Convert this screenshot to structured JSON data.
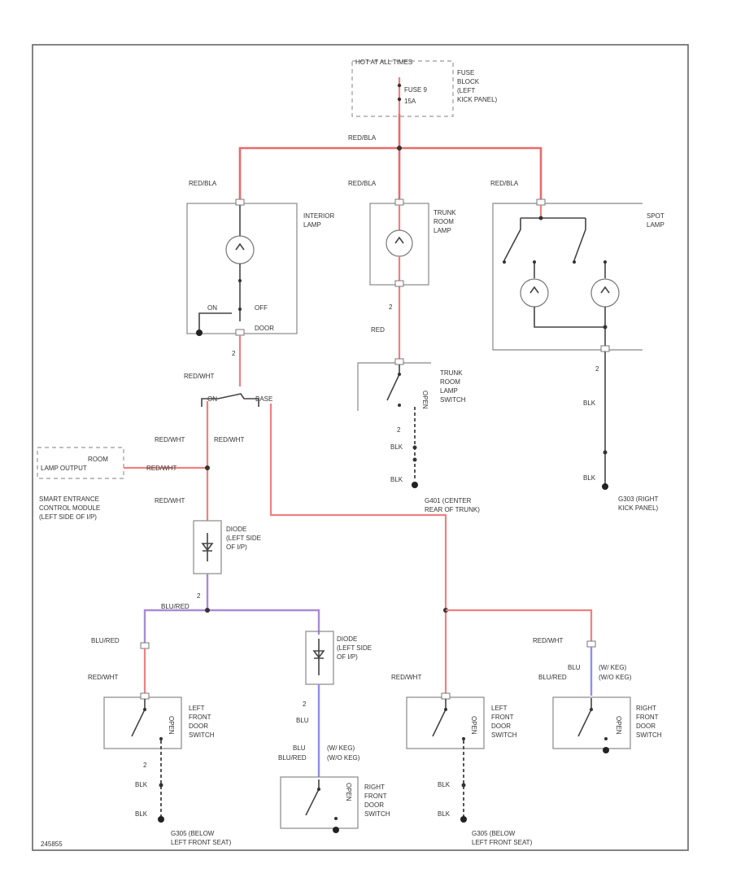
{
  "labels": {
    "hot_at_all_times": "HOT AT ALL TIMES",
    "fuse": "FUSE 9",
    "fuse_amp": "15A",
    "fuse_block": "FUSE\nBLOCK\n(LEFT\nKICK PANEL)",
    "wire_redbla_main": "RED/BLA",
    "wire_redbla_1": "RED/BLA",
    "wire_redbla_2": "RED/BLA",
    "wire_redbla_3": "RED/BLA",
    "interior_lamp": "INTERIOR\nLAMP",
    "trunk_room_lamp": "TRUNK\nROOM\nLAMP",
    "spot_lamp": "SPOT\nLAMP",
    "on": "ON",
    "off": "OFF",
    "door": "DOOR",
    "pin_2a": "2",
    "pin_2b": "2",
    "pin_2c": "2",
    "wire_red": "RED",
    "trunk_switch": "TRUNK\nROOM\nLAMP\nSWITCH",
    "open": "OPEN",
    "wire_redwht_1": "RED/WHT",
    "on_b": "ON",
    "base": "BASE",
    "wire_redwht_2": "RED/WHT",
    "wire_redwht_3": "RED/WHT",
    "room_lamp_output": "ROOM\nLAMP OUTPUT",
    "wire_redwht_4": "RED/WHT",
    "smart_module": "SMART ENTRANCE\nCONTROL MODULE\n(LEFT SIDE OF I/P)",
    "wire_redwht_5": "RED/WHT",
    "diode_1": "DIODE\n(LEFT SIDE\nOF I/P)",
    "wire_blk_1": "BLK",
    "wire_blk_2": "BLK",
    "wire_blk_3": "BLK",
    "wire_blk_4": "BLK",
    "g303": "G303 (RIGHT\nKICK PANEL)",
    "g401": "G401 (CENTER\nREAR OF TRUNK)",
    "pin_2d": "2",
    "wire_blured_1": "BLU/RED",
    "wire_blured_2": "BLU/RED",
    "diode_2": "DIODE\n(LEFT SIDE\nOF I/P)",
    "wire_redwht_6": "RED/WHT",
    "wire_redwht_7": "RED/WHT",
    "wire_redwht_8": "RED/WHT",
    "left_front_door_switch_1": "LEFT\nFRONT\nDOOR\nSWITCH",
    "left_front_door_switch_2": "LEFT\nFRONT\nDOOR\nSWITCH",
    "right_front_door_switch_1": "RIGHT\nFRONT\nDOOR\nSWITCH",
    "right_front_door_switch_2": "RIGHT\nFRONT\nDOOR\nSWITCH",
    "pin_2e": "2",
    "pin_2f": "2",
    "pin_2g": "2",
    "wire_blu_1": "BLU",
    "wire_blu_2": "BLU",
    "wire_blu_3": "BLU",
    "wire_blured_3": "BLU/RED",
    "wire_blured_4": "BLU/RED",
    "wo_keg_1": "(W/ KEG)",
    "wo_keg_2": "(W/O KEG)",
    "wo_keg_3": "(W/ KEG)",
    "wo_keg_4": "(W/O KEG)",
    "wire_blk_5": "BLK",
    "wire_blk_6": "BLK",
    "wire_blk_7": "BLK",
    "wire_blk_8": "BLK",
    "g305_1": "G305 (BELOW\nLEFT FRONT SEAT)",
    "g305_2": "G305 (BELOW\nLEFT FRONT SEAT)",
    "open_1": "OPEN",
    "open_2": "OPEN",
    "open_3": "OPEN",
    "open_4": "OPEN",
    "footer_code": "245855"
  },
  "colors": {
    "red_wire": "#f08080",
    "purple_wire": "#a98bd6",
    "blue_wire": "#8f8fe8",
    "black_wire": "#444444"
  }
}
